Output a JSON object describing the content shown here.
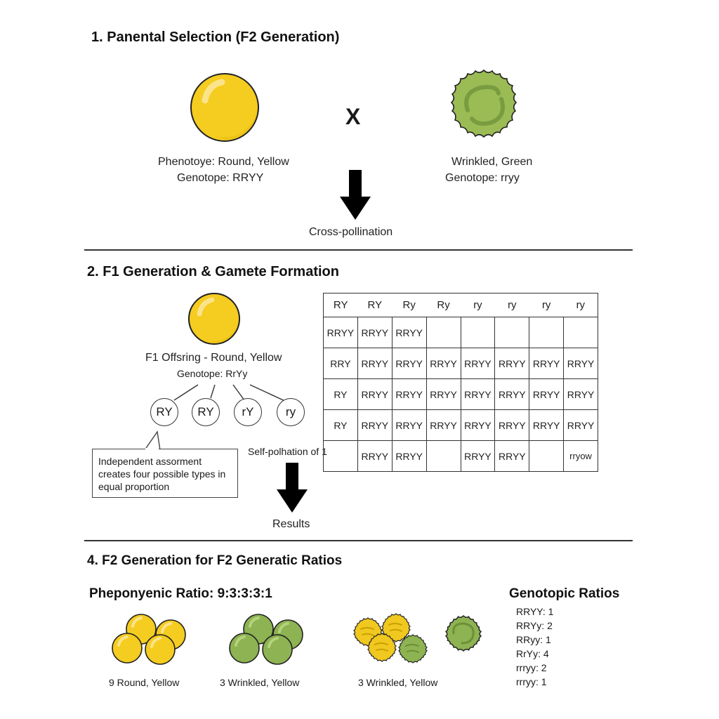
{
  "section1": {
    "title": "1. Panental Selection (F2 Generation)",
    "cross_symbol": "X",
    "parent_left": {
      "phenotype": "Phenotoye: Round, Yellow",
      "genotype": "Genotope: RRYY",
      "color": "#F5CC20"
    },
    "parent_right": {
      "phenotype": "Wrinkled, Green",
      "genotype": "Genotope: rryy",
      "color": "#9BBB55"
    },
    "arrow_label": "Cross-pollination"
  },
  "section2": {
    "title": "2. F1 Generation & Gamete Formation",
    "offspring": {
      "phenotype": "F1 Offsring - Round, Yellow",
      "genotype": "Genotope: RrYy"
    },
    "gametes": [
      "RY",
      "RY",
      "rY",
      "ry"
    ],
    "callout": "Independent assorment creates four possible types in equal proportion",
    "self_pollination_label": "Self-polhation of 1",
    "arrow_label": "Results",
    "punnett": {
      "header": [
        "RY",
        "RY",
        "Ry",
        "Ry",
        "ry",
        "ry",
        "ry",
        "ry"
      ],
      "rows": [
        [
          "RRYY",
          "RRYY",
          "RRYY",
          "",
          "",
          "",
          "",
          ""
        ],
        [
          "RRY",
          "RRYY",
          "RRYY",
          "RRYY",
          "RRYY",
          "RRYY",
          "RRYY",
          "RRYY"
        ],
        [
          "RY",
          "RRYY",
          "RRYY",
          "RRYY",
          "RRYY",
          "RRYY",
          "RRYY",
          "RRYY"
        ],
        [
          "RY",
          "RRYY",
          "RRYY",
          "RRYY",
          "RRYY",
          "RRYY",
          "RRYY",
          "RRYY"
        ],
        [
          "",
          "RRYY",
          "RRYY",
          "",
          "RRYY",
          "RRYY",
          "",
          "rryow"
        ]
      ]
    }
  },
  "section4": {
    "title": "4. F2 Generation for F2 Generatic Ratios",
    "phenotypic_ratio": "Pheponyenic Ratio: 9:3:3:3:1",
    "groups": [
      {
        "label": "9 Round, Yellow",
        "type": "round",
        "color": "#F5CC20"
      },
      {
        "label": "3 Wrinkled, Yellow",
        "type": "round",
        "color": "#8DB352"
      },
      {
        "label": "3 Wrinkled, Yellow",
        "type": "wrinkled-mixed",
        "color": "#F0C820"
      }
    ],
    "genotypic": {
      "title": "Genotopic Ratios",
      "items": [
        "RRYY: 1",
        "RRYy: 2",
        "RRyy: 1",
        "RrYy: 4",
        "rrryy: 2",
        "rrryy: 1"
      ]
    }
  },
  "colors": {
    "yellow": "#F5CC20",
    "yellow_shadow": "#E0B000",
    "green": "#9BBB55",
    "green_dark": "#77993D",
    "line": "#333333"
  }
}
